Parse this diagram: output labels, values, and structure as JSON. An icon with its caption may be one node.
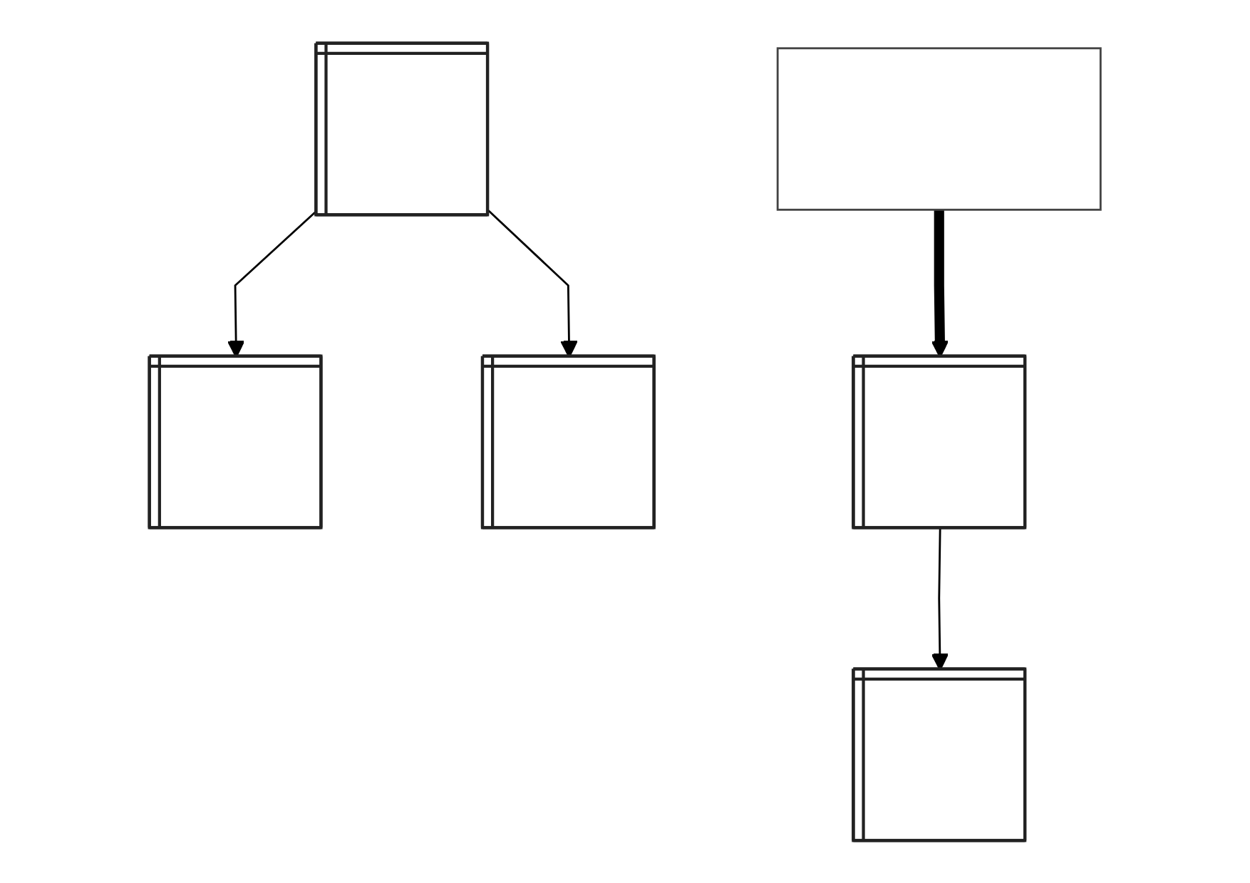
{
  "diagram": {
    "nodes": [
      {
        "text": [],
        "shape": "box"
      },
      {
        "text": [],
        "shape": "table"
      },
      {
        "text": [],
        "shape": "table"
      },
      {
        "text": [],
        "shape": "table"
      },
      {
        "text": [],
        "shape": "table"
      },
      {
        "text": [],
        "shape": "table"
      }
    ],
    "edges": [
      {
        "from": 0,
        "to": 5,
        "arrow": "to",
        "style": "thick"
      },
      {
        "from": 1,
        "to": 2,
        "arrow": "to"
      },
      {
        "from": 1,
        "to": 3,
        "arrow": "to"
      },
      {
        "from": 5,
        "to": 4,
        "arrow": "to"
      }
    ]
  }
}
